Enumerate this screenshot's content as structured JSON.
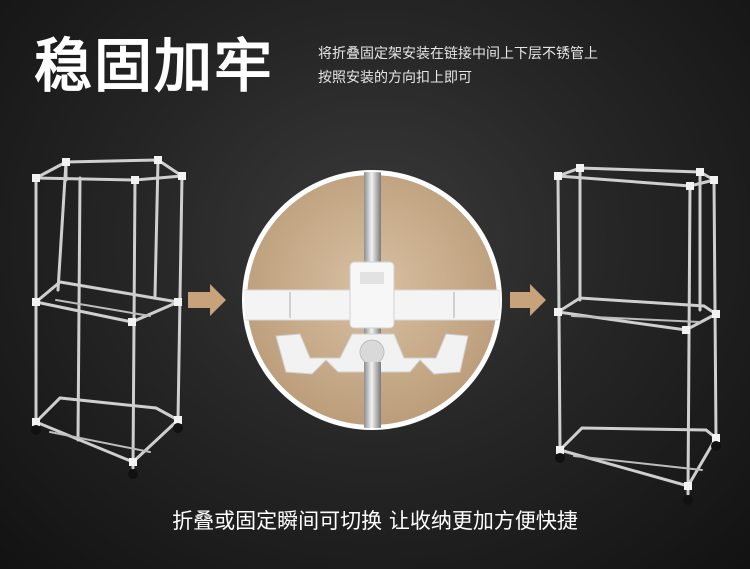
{
  "headline": "稳固加牢",
  "description_lines": [
    "将折叠固定架安装在链接中间上下层不锈管上",
    "按照安装的方向扣上即可"
  ],
  "caption": "折叠或固定瞬间可切换 让收纳更加方便快捷",
  "colors": {
    "background": "#1e1e1e",
    "text": "#ffffff",
    "circle_fill": "#c9ae8d",
    "circle_border": "#ffffff",
    "rack_pipe": "#d4d4d4",
    "connector": "#f4f4f4",
    "arrow": "#c7a27a"
  },
  "images": {
    "left_rack": "folded-wardrobe-rack",
    "center_closeup": "folding-bracket-closeup",
    "right_rack": "fixed-wardrobe-rack"
  }
}
